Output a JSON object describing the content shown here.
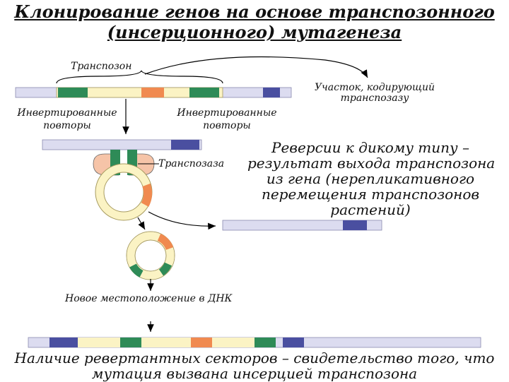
{
  "title_line1": "Клонирование генов на основе транспозонного",
  "title_line2": "(инсерционного) мутагенеза",
  "labels": {
    "transposon": "Транспозон",
    "coding_site_line1": "Участок, кодирующий",
    "coding_site_line2": "транспозазу",
    "inverted_left_line1": "Инвертированные",
    "inverted_left_line2": "повторы",
    "inverted_mid_line1": "Инвертированные",
    "inverted_mid_line2": "повторы",
    "transposase": "Транспозаза",
    "new_location": "Новое местоположение в ДНК"
  },
  "reversion": {
    "line1": "Реверсии к дикому типу –",
    "line2": "результат выхода транспозона",
    "line3": "из гена (нерепликативного",
    "line4": "перемещения транспозонов",
    "line5": "растений)"
  },
  "bottom": {
    "line1": "Наличие ревертантных секторов – свидетельство того, что",
    "line2": "мутация вызвана  инсерцией транспозона"
  },
  "colors": {
    "dna_base": "#dcdcf0",
    "blue_segment": "#4a4fa0",
    "green_repeat": "#2e8b57",
    "orange_segment": "#f08a50",
    "transposon_body": "#fbf3c4",
    "arrow": "#000000"
  }
}
